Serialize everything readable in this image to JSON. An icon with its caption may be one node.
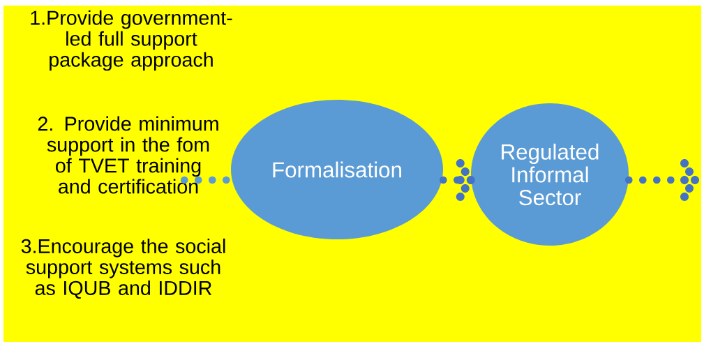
{
  "diagram": {
    "nodes": [
      {
        "text": [
          "2. Provide minimum support in the fom of TVET training and certification"
        ]
      },
      {
        "text": [
          "Formalisation"
        ]
      },
      {
        "text": [
          "Regulated Informal Sector"
        ]
      }
    ],
    "edges": [
      {
        "from": 0,
        "to": 1,
        "arrow": "none",
        "color": "#5b9bd5"
      },
      {
        "from": 1,
        "to": 2,
        "arrow": "to"
      },
      {
        "from": 2,
        "to": null,
        "arrow": "to"
      }
    ],
    "labels": [
      "1.Provide government- led full support package approach",
      "3.Encourage the social support systems such as IQUB and IDDIR"
    ]
  }
}
